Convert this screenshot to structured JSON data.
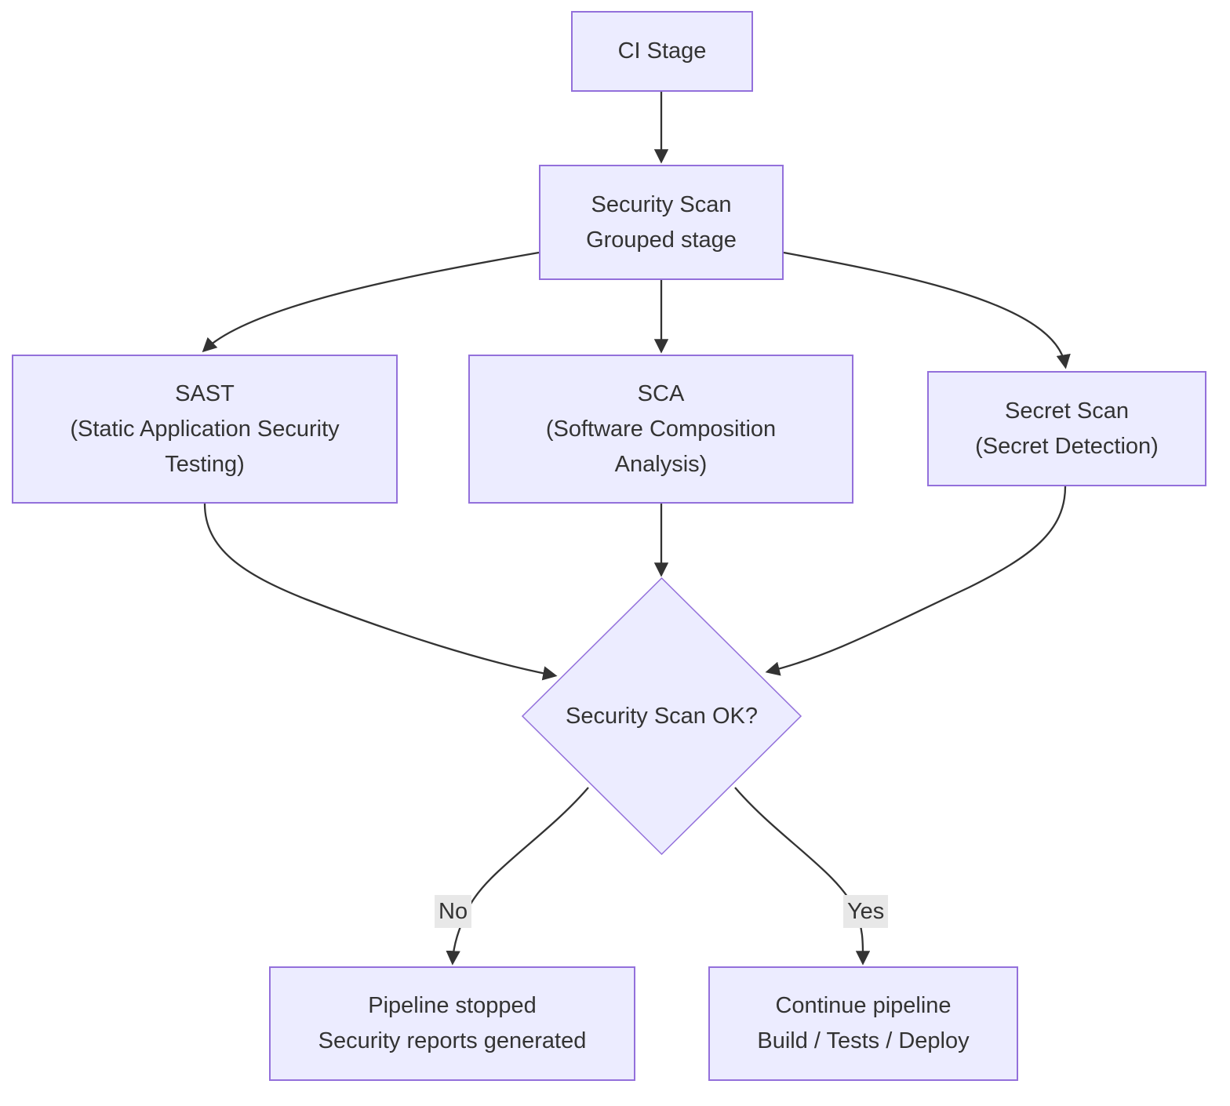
{
  "diagram": {
    "type": "flowchart",
    "nodes": {
      "ci_stage": {
        "lines": [
          "CI Stage"
        ]
      },
      "security_scan": {
        "lines": [
          "Security Scan",
          "Grouped stage"
        ]
      },
      "sast": {
        "lines": [
          "SAST",
          "(Static Application Security",
          "Testing)"
        ]
      },
      "sca": {
        "lines": [
          "SCA",
          "(Software Composition",
          "Analysis)"
        ]
      },
      "secret_scan": {
        "lines": [
          "Secret Scan",
          "(Secret Detection)"
        ]
      },
      "decision": {
        "lines": [
          "Security Scan OK?"
        ]
      },
      "pipeline_stopped": {
        "lines": [
          "Pipeline stopped",
          "Security reports generated"
        ]
      },
      "continue_pipeline": {
        "lines": [
          "Continue pipeline",
          "Build / Tests / Deploy"
        ]
      }
    },
    "edges": [
      {
        "from": "ci_stage",
        "to": "security_scan"
      },
      {
        "from": "security_scan",
        "to": "sast"
      },
      {
        "from": "security_scan",
        "to": "sca"
      },
      {
        "from": "security_scan",
        "to": "secret_scan"
      },
      {
        "from": "sast",
        "to": "decision"
      },
      {
        "from": "sca",
        "to": "decision"
      },
      {
        "from": "secret_scan",
        "to": "decision"
      },
      {
        "from": "decision",
        "to": "pipeline_stopped",
        "label": "No"
      },
      {
        "from": "decision",
        "to": "continue_pipeline",
        "label": "Yes"
      }
    ],
    "edge_labels": {
      "no": "No",
      "yes": "Yes"
    },
    "colors": {
      "node_fill": "#ECECFF",
      "node_border": "#9370DB",
      "edge_line": "#333333",
      "text": "#333333",
      "edge_label_bg": "#e8e8e8",
      "background": "#ffffff"
    }
  }
}
